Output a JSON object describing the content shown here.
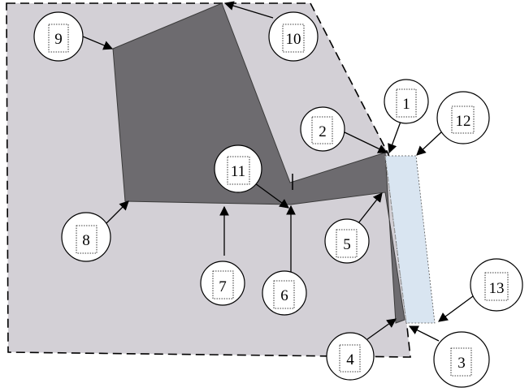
{
  "labels": {
    "l1": "1",
    "l2": "2",
    "l3": "3",
    "l4": "4",
    "l5": "5",
    "l6": "6",
    "l7": "7",
    "l8": "8",
    "l9": "9",
    "l10": "10",
    "l11": "11",
    "l12": "12",
    "l13": "13"
  },
  "colors": {
    "background_region": "#d3d0d6",
    "dark_region": "#6d6b6f",
    "light_strip": "#d9e5f1",
    "outline": "#000000"
  }
}
